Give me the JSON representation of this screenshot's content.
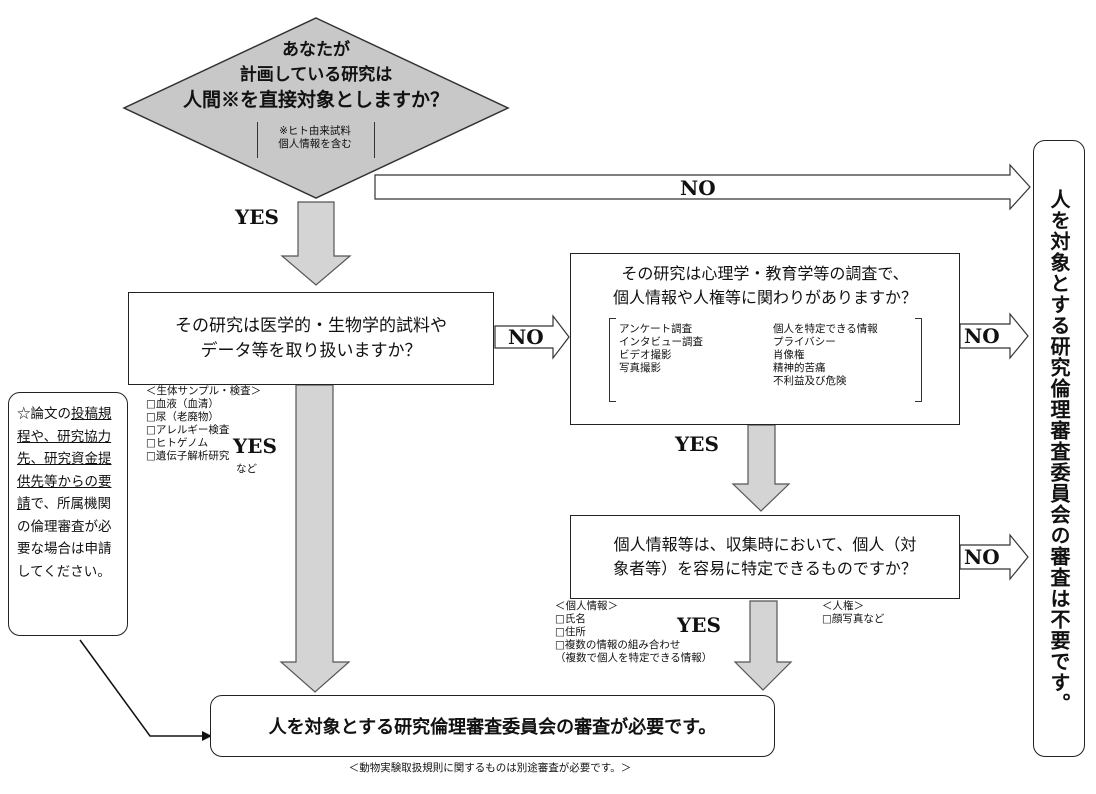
{
  "start": {
    "line1": "あなたが",
    "line2": "計画している研究は",
    "line3": "人間※を直接対象としますか？",
    "note1": "※ヒト由来試料",
    "note2": "個人情報を含む"
  },
  "q2": {
    "line1": "その研究は医学的・生物学的試料や",
    "line2": "データ等を取り扱いますか？",
    "samples_header": "＜生体サンプル・検査＞",
    "samples": [
      "□血液（血清）",
      "□尿（老廃物）",
      "□アレルギー検査",
      "□ヒトゲノム",
      "□遺伝子解析研究"
    ],
    "samples_tail": "など"
  },
  "q3": {
    "line1": "その研究は心理学・教育学等の調査で、",
    "line2": "個人情報や人権等に関わりがありますか？",
    "col1": [
      "アンケート調査",
      "インタビュー調査",
      "ビデオ撮影",
      "写真撮影"
    ],
    "col2": [
      "個人を特定できる情報",
      "プライバシー",
      "肖像権",
      "精神的苦痛",
      "不利益及び危険"
    ]
  },
  "q4": {
    "line1": "個人情報等は、収集時において、個人（対",
    "line2": "象者等）を容易に特定できるものですか？",
    "personal_header": "＜個人情報＞",
    "personal": [
      "□氏名",
      "□住所",
      "□複数の情報の組み合わせ",
      "（複数で個人を特定できる情報）"
    ],
    "rights_header": "＜人権＞",
    "rights": [
      "□顔写真など"
    ]
  },
  "labels": {
    "yes": "YES",
    "no": "NO"
  },
  "result_required": "人を対象とする研究倫理審査委員会の審査が必要です。",
  "result_not_required": "人を対象とする研究倫理審査委員会の審査は不要です。",
  "side_note": {
    "p1": "☆論文の",
    "p2": "投稿規程や、研究協力先、研究資金提供先等からの要請",
    "p3": "で、所属機関の倫理審査が必要な場合は申請してください。"
  },
  "footer": "＜動物実験取扱規則に関するものは別途審査が必要です。＞"
}
